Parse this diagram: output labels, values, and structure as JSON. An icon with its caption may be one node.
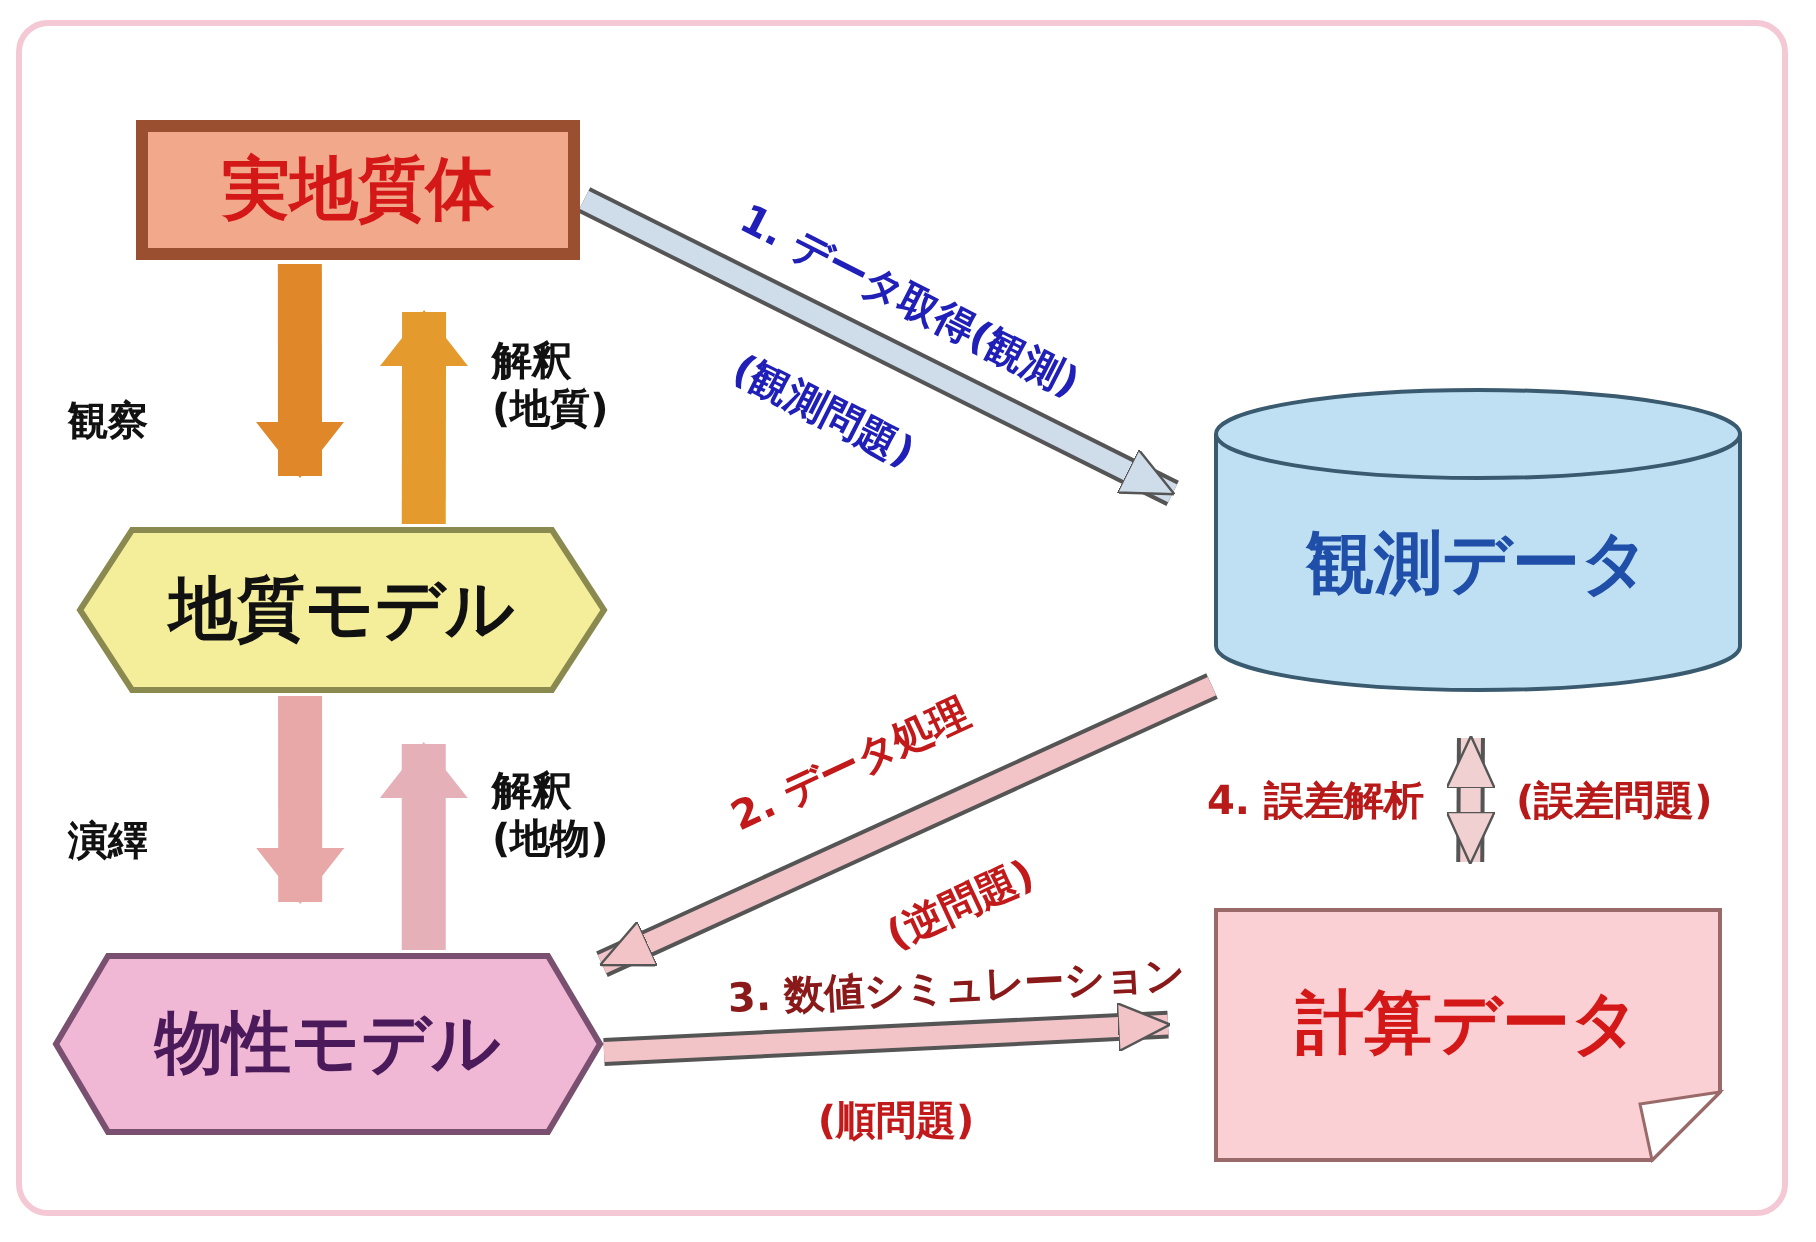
{
  "diagram": {
    "nodes": [
      {
        "text": [
          "実地質体"
        ]
      },
      {
        "text": [
          "地質モデル"
        ]
      },
      {
        "text": [
          "物性モデル"
        ]
      },
      {
        "text": [
          "観測データ"
        ]
      },
      {
        "text": [
          "計算データ"
        ]
      }
    ],
    "edges": [
      {
        "from": 0,
        "to": 1,
        "arrow": "to",
        "label": "観察",
        "style": "thick",
        "color": "#e0872a"
      },
      {
        "from": 1,
        "to": 0,
        "arrow": "to",
        "label": "解釈(地質)",
        "style": "thick",
        "color": "#e49a2c"
      },
      {
        "from": 1,
        "to": 2,
        "arrow": "to",
        "label": "演繹",
        "style": "thick",
        "color": "#e8a8a8"
      },
      {
        "from": 2,
        "to": 1,
        "arrow": "to",
        "label": "解釈(地物)",
        "style": "thick",
        "color": "#e6b0b8"
      },
      {
        "from": 0,
        "to": 3,
        "arrow": "to",
        "label": "1. データ取得(観測)",
        "color": "#cfdcea"
      },
      {
        "from": 3,
        "to": 2,
        "arrow": "to",
        "label": "2. データ処理",
        "color": "#f2c4c8"
      },
      {
        "from": 2,
        "to": 4,
        "arrow": "to",
        "label": "3. 数値シミュレーション",
        "color": "#f2c4c8"
      },
      {
        "from": 3,
        "to": 4,
        "arrow": "both",
        "label": "4. 誤差解析",
        "color": "#f0d0d0"
      }
    ],
    "labels": [
      "(観測問題)",
      "(誤差問題)",
      "(逆問題)",
      "(順問題)"
    ]
  }
}
